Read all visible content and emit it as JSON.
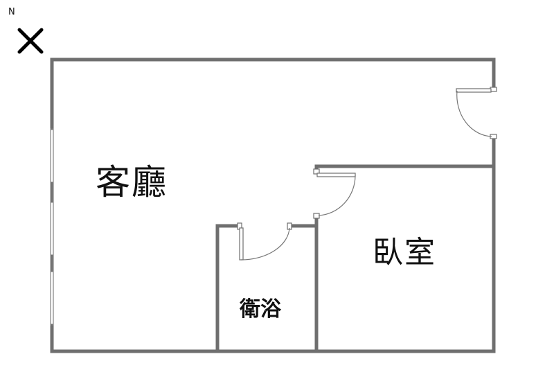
{
  "compass": {
    "north_label": "N",
    "icon": "x-cross-icon"
  },
  "rooms": {
    "living": "客廳",
    "bedroom": "臥室",
    "bathroom": "衛浴"
  },
  "colors": {
    "wall": "#6f6f6f",
    "text": "#111111",
    "background": "#ffffff"
  }
}
